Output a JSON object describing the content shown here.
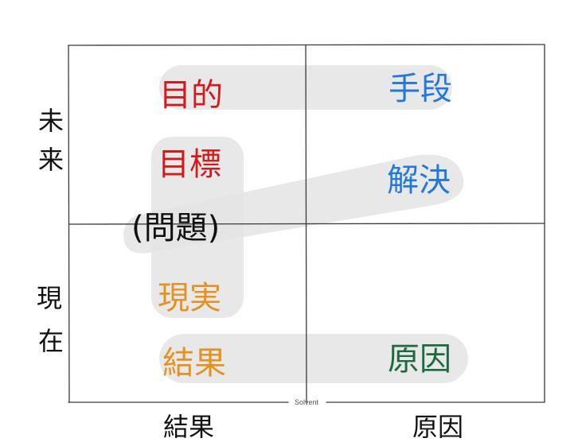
{
  "diagram": {
    "y_axis": {
      "top": [
        "未",
        "来"
      ],
      "bottom": [
        "現",
        "在"
      ]
    },
    "x_axis": {
      "left": "結果",
      "right": "原因"
    },
    "terms": {
      "purpose": "目的",
      "means": "手段",
      "goal": "目標",
      "solution": "解決",
      "problem": "(問題)",
      "reality": "現実",
      "result": "結果",
      "cause": "原因"
    },
    "caption": "Solvent",
    "colors": {
      "future_result": "#d01c1c",
      "future_cause": "#2378d8",
      "problem": "#111111",
      "present_result": "#e39224",
      "present_cause": "#1b6b3e",
      "highlight": "#e4e4e4"
    }
  }
}
